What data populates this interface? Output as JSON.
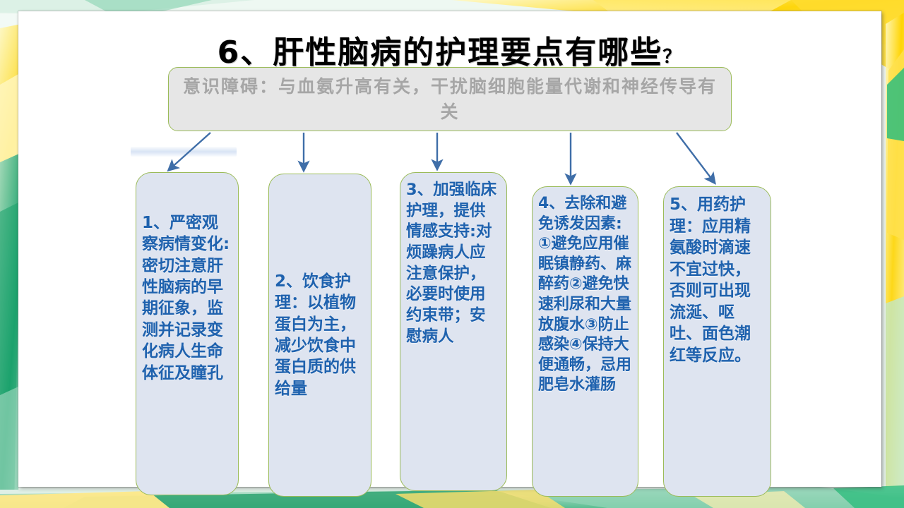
{
  "slide": {
    "title_main": "6、肝性脑病的护理要点有哪些",
    "title_mark": "？",
    "root_box": {
      "text": "意识障碍：与血氨升高有关，干扰脑细胞能量代谢和神经传导有关"
    },
    "boxes": [
      {
        "id": "leaf-1",
        "number": "1",
        "text": "1、严密观察病情变化:密切注意肝性脑病的早期征象，监测并记录变化病人生命体征及瞳孔"
      },
      {
        "id": "leaf-2",
        "number": "2",
        "text": "2、饮食护理：以植物蛋白为主，减少饮食中蛋白质的供给量"
      },
      {
        "id": "leaf-3",
        "number": "3",
        "text": "3、加强临床护理，提供情感支持:对烦躁病人应注意保护，必要时使用约束带；安慰病人"
      },
      {
        "id": "leaf-4",
        "number": "4",
        "text": "4、去除和避免诱发因素:①避免应用催眠镇静药、麻醉药②避免快速利尿和大量放腹水③防止感染④保持大便通畅，忌用肥皂水灌肠"
      },
      {
        "id": "leaf-5",
        "number": "5",
        "text": "5、用药护理：应用精氨酸时滴速不宜过快，否则可出现流涎、呕吐、面色潮红等反应。"
      }
    ],
    "connectors": [
      {
        "name": "arrow-to-box-1"
      },
      {
        "name": "arrow-to-box-2"
      },
      {
        "name": "arrow-to-box-3"
      },
      {
        "name": "arrow-to-box-4"
      },
      {
        "name": "arrow-to-box-5"
      }
    ],
    "colors": {
      "title_text": "#000000",
      "root_box_fill": "#e6e6e6",
      "root_box_text": "#a6a6a6",
      "box_border": "#9bbb59",
      "box_fill": "#dee4f0",
      "box_text": "#1f62ae",
      "arrow": "#3f6ea8",
      "panel": "#ffffff",
      "ribbon_yellow": "#ffd41a",
      "ribbon_green": "#2fa572"
    }
  }
}
